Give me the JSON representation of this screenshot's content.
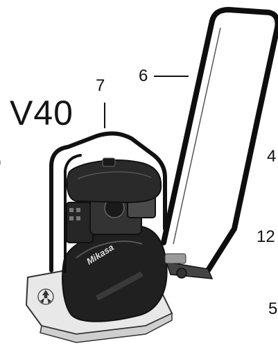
{
  "figure": {
    "model_label": "V40",
    "callouts": {
      "frame_handle": "7",
      "steering_handle": "6",
      "right_edge_4": "4",
      "right_edge_12": "12",
      "right_edge_5": "5",
      "left_edge_partial": ")"
    },
    "brand_plate_text": "Mikasa"
  },
  "colors": {
    "ink": "#141414",
    "plate": "#e6e6e6",
    "machine_dark": "#1e1e1e",
    "machine_mid": "#4a4a4a",
    "background": "#ffffff"
  }
}
